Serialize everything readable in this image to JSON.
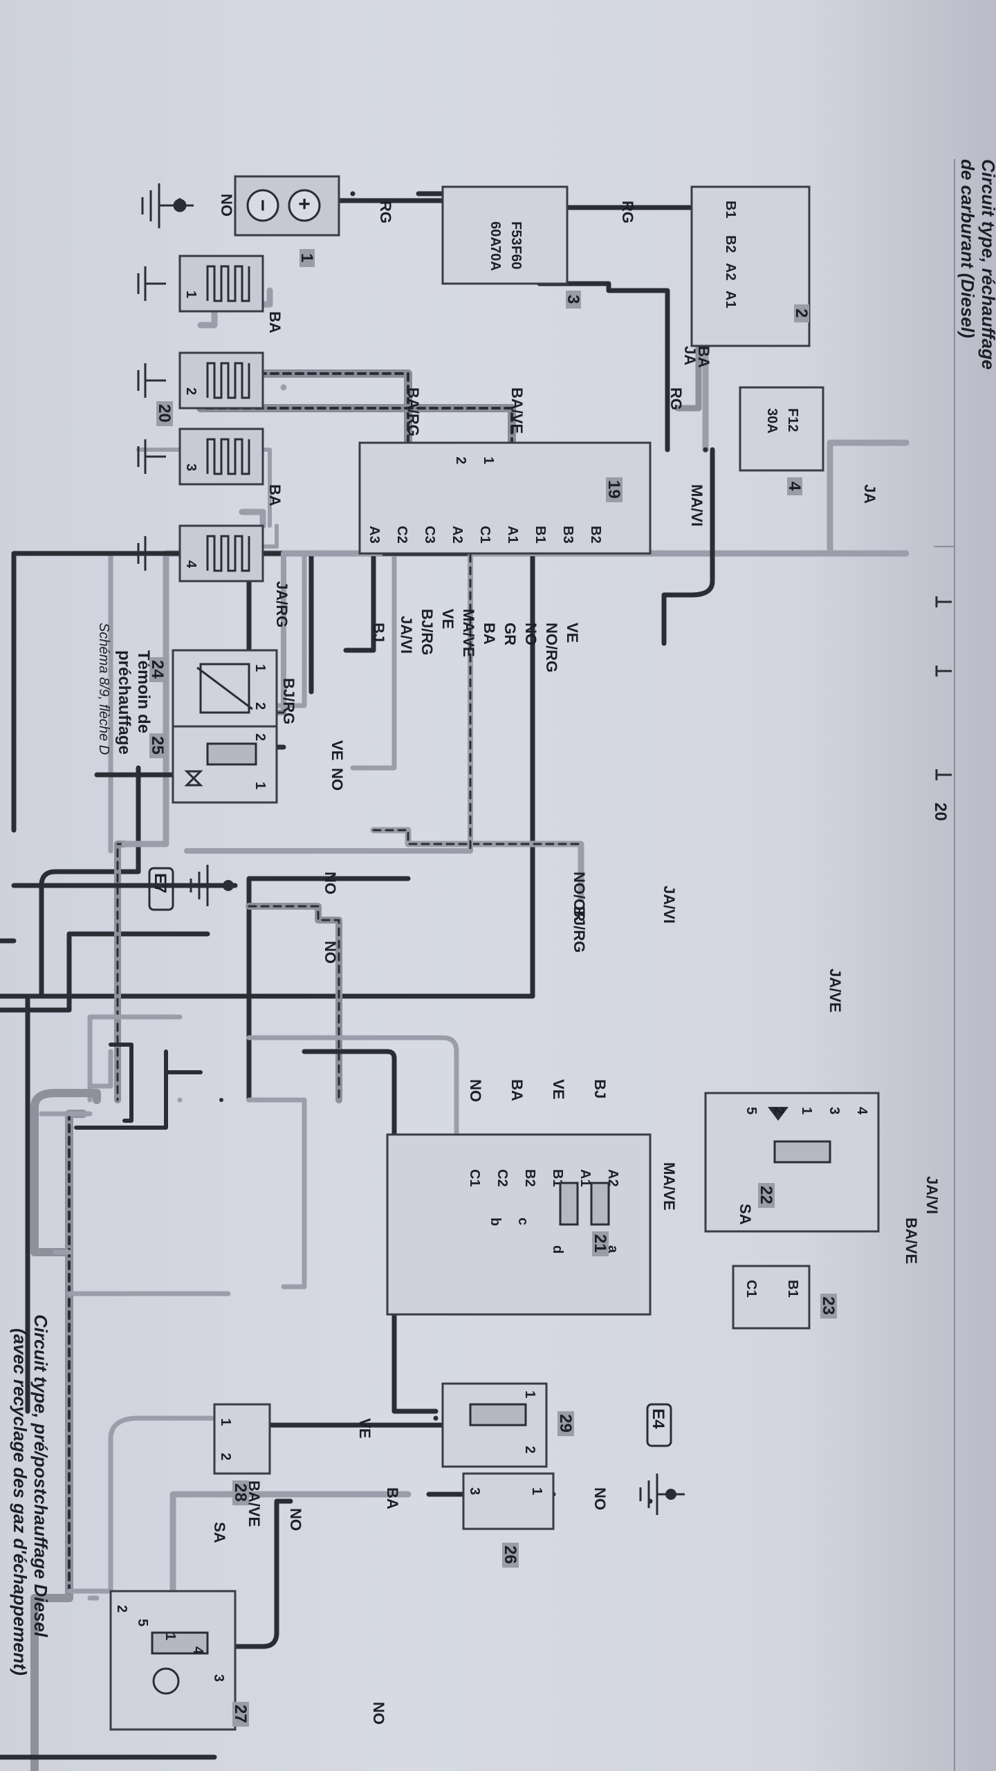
{
  "header": {
    "line1": "Circuit type, réchauffage",
    "line2": "de carburant (Diesel)",
    "page_num": "20"
  },
  "caption": {
    "line1": "Circuit type, pré/postchauffage Diesel",
    "line2": "(avec recyclage des gaz d'échappement)"
  },
  "warning_lamp": {
    "title1": "Témoin de",
    "title2": "préchauffage",
    "ref": "Schéma 8/9, flèche D",
    "arrow": "D"
  },
  "components": {
    "c1": "1",
    "c2": "2",
    "c3": "3",
    "c4": "4",
    "c19": "19",
    "c20": "20",
    "c21": "21",
    "c22": "22",
    "c23": "23",
    "c24": "24",
    "c25": "25",
    "c26": "26",
    "c27": "27",
    "c28": "28",
    "c29": "29"
  },
  "fuses": {
    "f53_name": "F53",
    "f53_amp": "60A",
    "f60_name": "F60",
    "f60_amp": "70A",
    "f12_name": "F12",
    "f12_amp": "30A"
  },
  "grounds": {
    "e7": "E7",
    "e4": "E4"
  },
  "battery": {
    "minus": "−",
    "plus": "+"
  },
  "wires": {
    "no": "NO",
    "rg": "RG",
    "ba": "BA",
    "ja": "JA",
    "ma_vi": "MA/VI",
    "ja_rg": "JA/RG",
    "ba_rg": "BA/RG",
    "ba_ve": "BA/VE",
    "bj_rg": "BJ/RG",
    "ja_vi": "JA/VI",
    "no_or": "NO/OR",
    "ja_ve": "JA/VE",
    "ve": "VE",
    "no_rg": "NO/RG",
    "gr": "GR",
    "ma_ve": "MA/VE",
    "bj": "BJ",
    "sa": "SA"
  },
  "pins": {
    "b1": "B1",
    "b2": "B2",
    "b3": "B3",
    "a1": "A1",
    "a2": "A2",
    "a3": "A3",
    "c1": "C1",
    "c2": "C2",
    "c3": "C3",
    "p1": "1",
    "p2": "2",
    "p3": "3",
    "p4": "4",
    "p5": "5",
    "la": "a",
    "lb": "b",
    "lc": "c",
    "ld": "d"
  }
}
